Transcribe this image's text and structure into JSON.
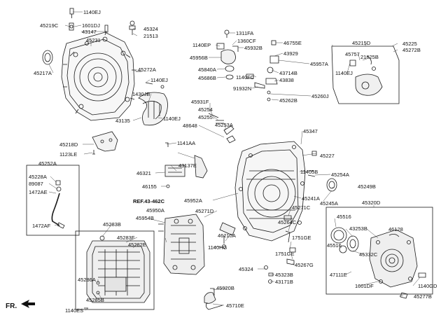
{
  "diagram": {
    "direction_marker": "FR.",
    "reference_label": "REF.43-462C",
    "part_labels": [
      "1140EJ",
      "45219C",
      "1601DJ",
      "43147",
      "45231",
      "45217A",
      "45324",
      "21513",
      "45272A",
      "1140EJ",
      "1430JB",
      "43135",
      "1140EJ",
      "45218D",
      "1123LE",
      "45252A",
      "45228A",
      "89087",
      "1472AE",
      "1472AF",
      "1311FA",
      "1140EP",
      "1360CF",
      "45932B",
      "45956B",
      "45840A",
      "45686B",
      "1140FC",
      "91932N",
      "46755E",
      "43929",
      "45957A",
      "43714B",
      "43838",
      "45260J",
      "45262B",
      "45931F",
      "45254",
      "45255",
      "45253A",
      "48648",
      "1141AA",
      "43137E",
      "46321",
      "46155",
      "45952A",
      "45271D",
      "45950A",
      "45954B",
      "45283B",
      "45283F",
      "45282E",
      "45286A",
      "45285B",
      "1140ES",
      "46210A",
      "1140HG",
      "45324",
      "45323B",
      "43171B",
      "45920B",
      "45710E",
      "45347",
      "45227",
      "11405B",
      "45254A",
      "45249B",
      "45241A",
      "45245A",
      "45271C",
      "45264C",
      "1751GE",
      "1751GE",
      "45267G",
      "45215D",
      "45225",
      "45272B",
      "45757",
      "21825B",
      "1140EJ",
      "45320D",
      "45516",
      "43253B",
      "46128",
      "45516",
      "45332C",
      "47111E",
      "1601DF",
      "1140GD",
      "45277B"
    ]
  }
}
